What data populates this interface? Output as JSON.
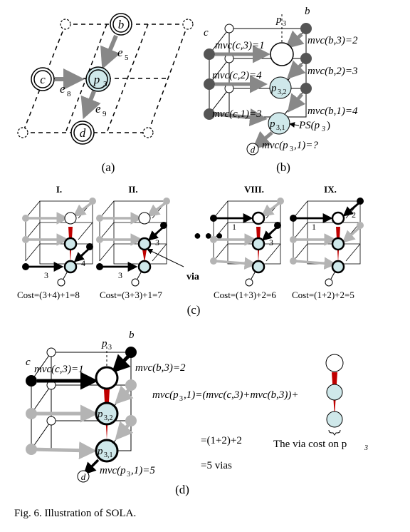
{
  "caption": "Fig. 6.   Illustration of SOLA.",
  "panels": {
    "a": {
      "label": "(a)",
      "nodes": {
        "b": "b",
        "c": "c",
        "d": "d",
        "p3": "p",
        "p3_sub": "3"
      },
      "edges": {
        "e5": "e",
        "e5_sub": "5",
        "e8": "e",
        "e8_sub": "8",
        "e9": "e",
        "e9_sub": "9"
      }
    },
    "b": {
      "label": "(b)",
      "top_p": "p",
      "top_p_sub": "3",
      "corner_b": "b",
      "corner_c": "c",
      "node_p32": "p",
      "node_p32_sub": "3,2",
      "node_p31": "p",
      "node_p31_sub": "3,1",
      "node_d": "d",
      "mvc_c3": "mvc(c,3)=1",
      "mvc_c2": "mvc(c,2)=4",
      "mvc_c1": "mvc(c,1)=3",
      "mvc_b3": "mvc(b,3)=2",
      "mvc_b2": "mvc(b,2)=3",
      "mvc_b1": "mvc(b,1)=4",
      "ps": "PS(p",
      "ps_sub": "3",
      "ps_close": ")",
      "mvc_p31": "mvc(p",
      "mvc_p31_sub": "3",
      "mvc_p31_rest": ",1)=?"
    },
    "c": {
      "label": "(c)",
      "cases": [
        {
          "title": "I.",
          "costs": [
            "3",
            "4"
          ],
          "cost": "Cost=(3+4)+1=8"
        },
        {
          "title": "II.",
          "costs": [
            "3",
            "3"
          ],
          "cost": "Cost=(3+3)+1=7"
        },
        {
          "title": "VIII.",
          "costs": [
            "1",
            "3"
          ],
          "cost": "Cost=(1+3)+2=6"
        },
        {
          "title": "IX.",
          "costs": [
            "1",
            "2"
          ],
          "cost": "Cost=(1+2)+2=5"
        }
      ],
      "ellipsis": "● ● ●",
      "via_label": "via"
    },
    "d": {
      "label": "(d)",
      "top_p": "p",
      "top_p_sub": "3",
      "corner_b": "b",
      "corner_c": "c",
      "mvc_c3": "mvc(c,3)=1",
      "mvc_b3": "mvc(b,3)=2",
      "node_p32": "p",
      "node_p32_sub": "3,2",
      "node_p31": "p",
      "node_p31_sub": "3,1",
      "node_d": "d",
      "mvc_p31": "mvc(p",
      "mvc_p31_sub": "3",
      "mvc_p31_rest": ",1)=5",
      "formula": "mvc(p",
      "formula_sub": "3",
      "formula_rest": ",1)=(mvc(c,3)+mvc(b,3))+",
      "eq1": "=(1+2)+2",
      "eq2": "=5 vias",
      "via_cost": "The via cost on p",
      "via_cost_sub": "3"
    }
  },
  "colors": {
    "node_fill": "#cfe8ea",
    "gray_arrow": "#888888",
    "light_gray": "#b4b4b4",
    "dark_node": "#4a4a4a",
    "via_red": "#c00000"
  }
}
